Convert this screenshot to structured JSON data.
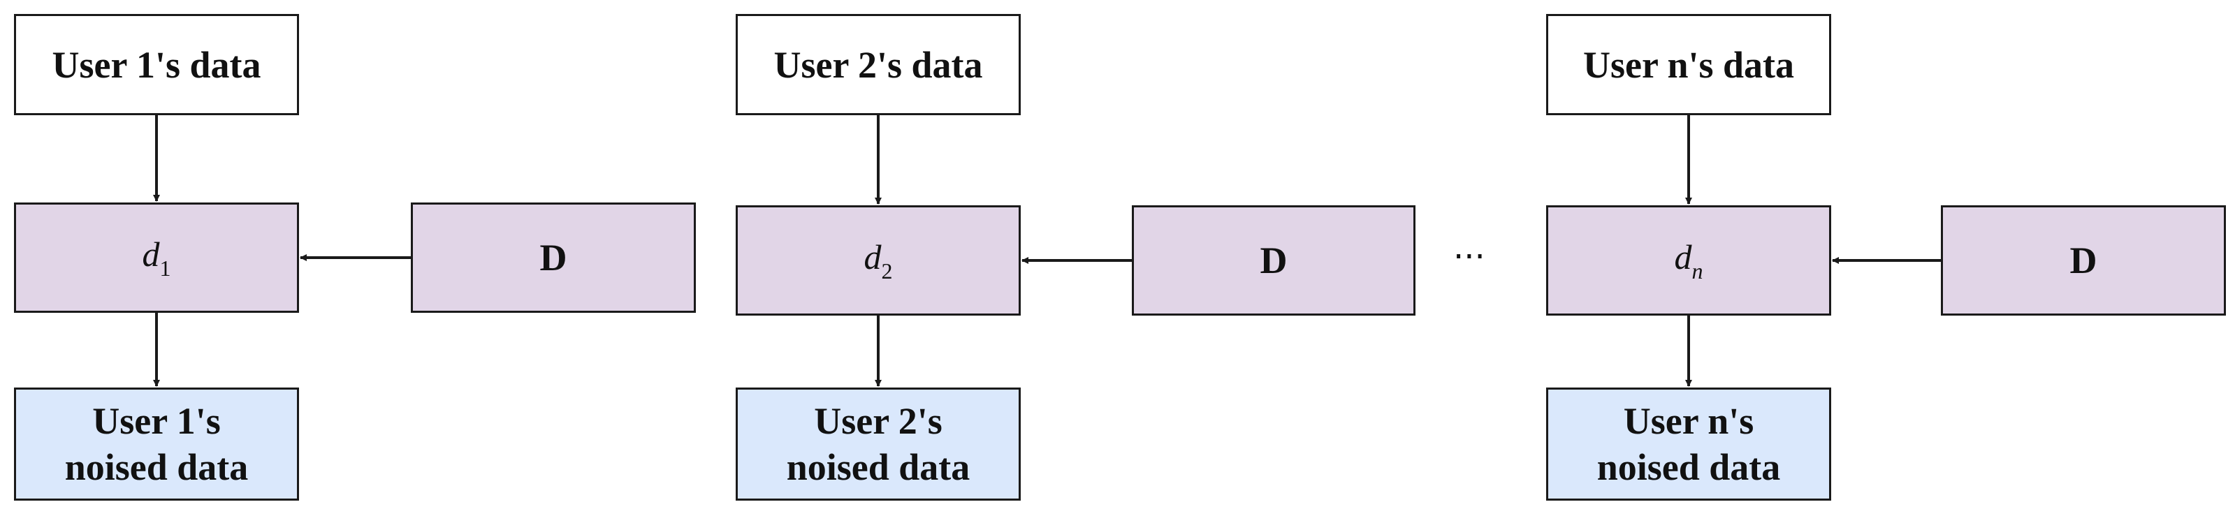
{
  "columns": [
    {
      "input_label": "User 1's data",
      "var_symbol": "d",
      "var_subscript": "1",
      "dist_label": "D",
      "output_label": "User 1's noised data"
    },
    {
      "input_label": "User 2's data",
      "var_symbol": "d",
      "var_subscript": "2",
      "dist_label": "D",
      "output_label": "User 2's noised data"
    },
    {
      "input_label": "User n's data",
      "var_symbol": "d",
      "var_subscript": "n",
      "dist_label": "D",
      "output_label": "User n's noised data"
    }
  ],
  "ellipsis": "···",
  "colors": {
    "input_fill": "#ffffff",
    "process_fill": "#e1d5e7",
    "output_fill": "#dae8fc",
    "stroke": "#1a1a1a"
  }
}
